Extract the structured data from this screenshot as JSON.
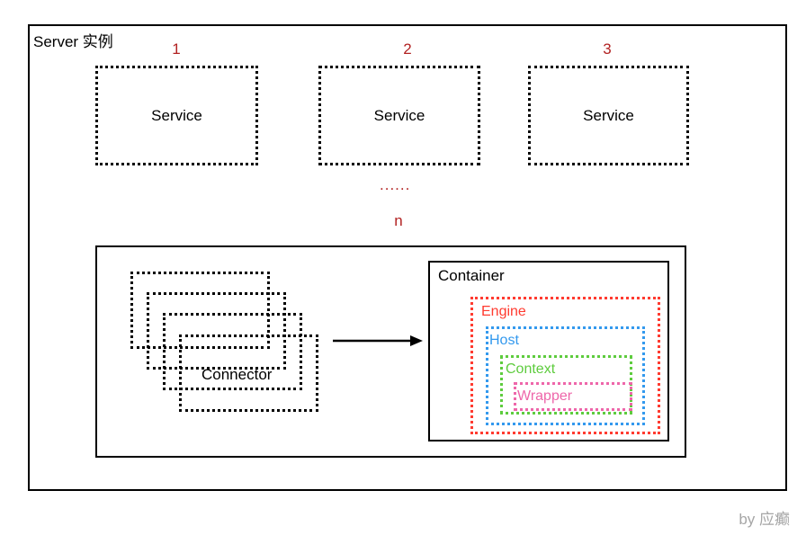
{
  "diagram": {
    "title": "Server 实例",
    "signature": "by 应癫",
    "colors": {
      "outline": "#000000",
      "index_red": "#b22222",
      "engine": "#ff3b30",
      "host": "#3399ee",
      "context": "#5ecc3e",
      "wrapper": "#ee66aa",
      "signature": "#a6a6a6"
    },
    "services": [
      {
        "index": "1",
        "label": "Service"
      },
      {
        "index": "2",
        "label": "Service"
      },
      {
        "index": "3",
        "label": "Service"
      }
    ],
    "ellipsis": "......",
    "n_label": "n",
    "connector": {
      "label": "Connector",
      "count": 4
    },
    "arrow": {
      "name": "right-arrow",
      "direction": "right"
    },
    "container": {
      "label": "Container",
      "nested": [
        {
          "label": "Engine",
          "color": "#ff3b30"
        },
        {
          "label": "Host",
          "color": "#3399ee"
        },
        {
          "label": "Context",
          "color": "#5ecc3e"
        },
        {
          "label": "Wrapper",
          "color": "#ee66aa"
        }
      ]
    }
  }
}
